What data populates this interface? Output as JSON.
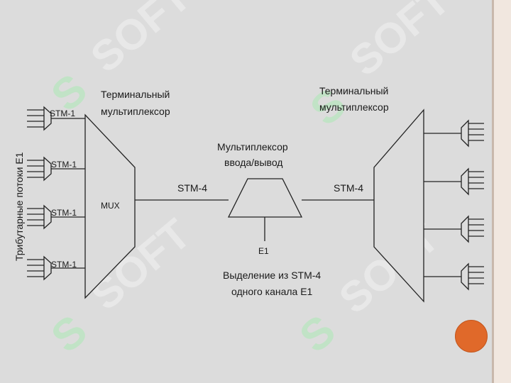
{
  "watermark": {
    "s": "S",
    "text": "SOFT"
  },
  "left_mux": {
    "title_line1": "Терминальный",
    "title_line2": "мультиплексор",
    "mux_label": "MUX",
    "stm1_labels": [
      "STM-1",
      "STM-1",
      "STM-1",
      "STM-1"
    ],
    "side_label": "Трибутарные потоки E1"
  },
  "right_mux": {
    "title_line1": "Терминальный",
    "title_line2": "мультиплексор"
  },
  "adm": {
    "title_line1": "Мультиплексор",
    "title_line2": "ввода/вывод",
    "drop_label": "E1"
  },
  "links": {
    "left_stm4": "STM-4",
    "right_stm4": "STM-4"
  },
  "caption": {
    "line1": "Выделение из STM-4",
    "line2": "одного канала E1"
  },
  "colors": {
    "background": "#dcdcdc",
    "accent_circle": "#e0692a",
    "border": "#f1e7df"
  }
}
